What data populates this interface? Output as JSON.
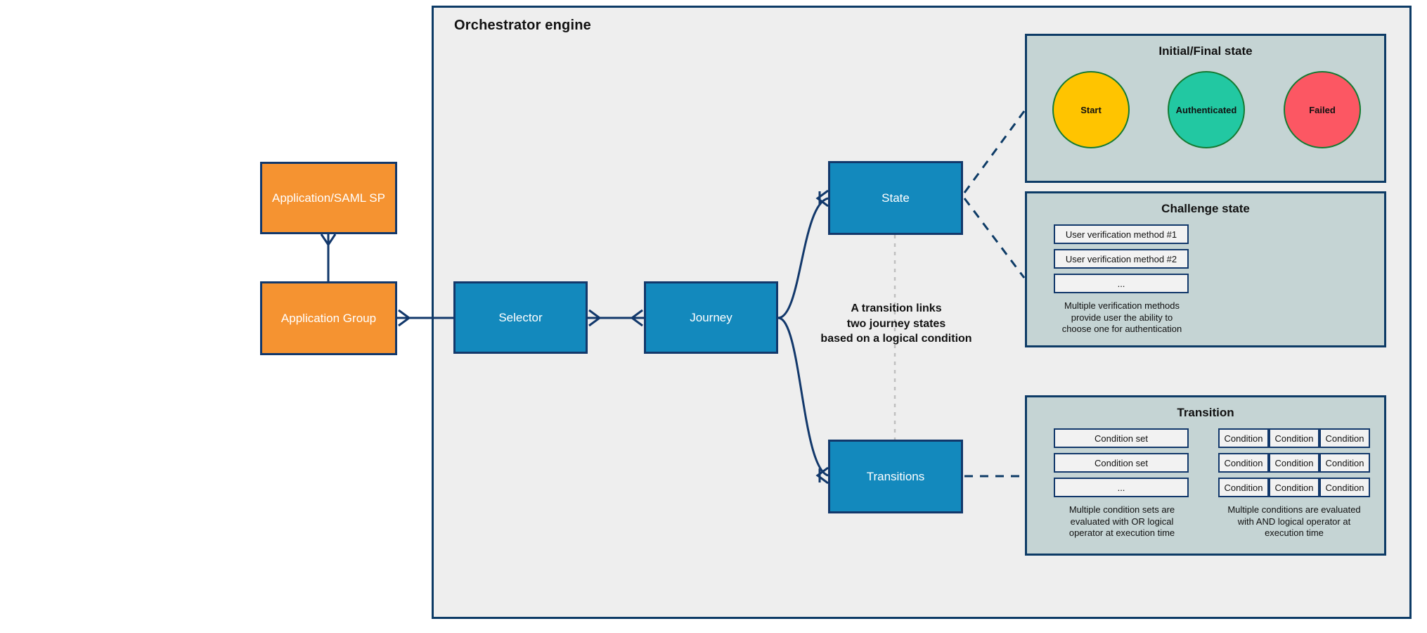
{
  "frame": {
    "title": "Orchestrator engine"
  },
  "nodes": {
    "application_saml_sp": "Application/SAML SP",
    "application_group": "Application Group",
    "selector": "Selector",
    "journey": "Journey",
    "state": "State",
    "transitions": "Transitions"
  },
  "center_note": {
    "line1": "A transition links",
    "line2": "two journey states",
    "line3": "based on a logical condition"
  },
  "panels": {
    "initial_final_state": {
      "title": "Initial/Final state",
      "circles": [
        {
          "label": "Start",
          "color": "#ffc400"
        },
        {
          "label": "Authenticated",
          "color": "#22c8a2"
        },
        {
          "label": "Failed",
          "color": "#fc5763"
        }
      ]
    },
    "challenge_state": {
      "title": "Challenge state",
      "rows": [
        "User verification method #1",
        "User verification method #2",
        "..."
      ],
      "note": {
        "line1": "Multiple verification methods",
        "line2": "provide user the ability to",
        "line3": "choose one for authentication"
      }
    },
    "transition": {
      "title": "Transition",
      "condition_sets": [
        "Condition set",
        "Condition set",
        "..."
      ],
      "conditions_grid": [
        [
          "Condition",
          "Condition",
          "Condition"
        ],
        [
          "Condition",
          "Condition",
          "Condition"
        ],
        [
          "Condition",
          "Condition",
          "Condition"
        ]
      ],
      "note_left": {
        "line1": "Multiple condition sets are",
        "line2": "evaluated with OR logical",
        "line3": "operator at execution time"
      },
      "note_right": {
        "line1": "Multiple conditions are evaluated",
        "line2": "with AND logical operator at",
        "line3": "execution time"
      }
    }
  },
  "colors": {
    "frame_border": "#0d3b66",
    "frame_fill": "#eeeeee",
    "orange": "#f59331",
    "blue": "#1389bd",
    "panel_fill": "#c5d4d4",
    "connector": "#12386b"
  }
}
